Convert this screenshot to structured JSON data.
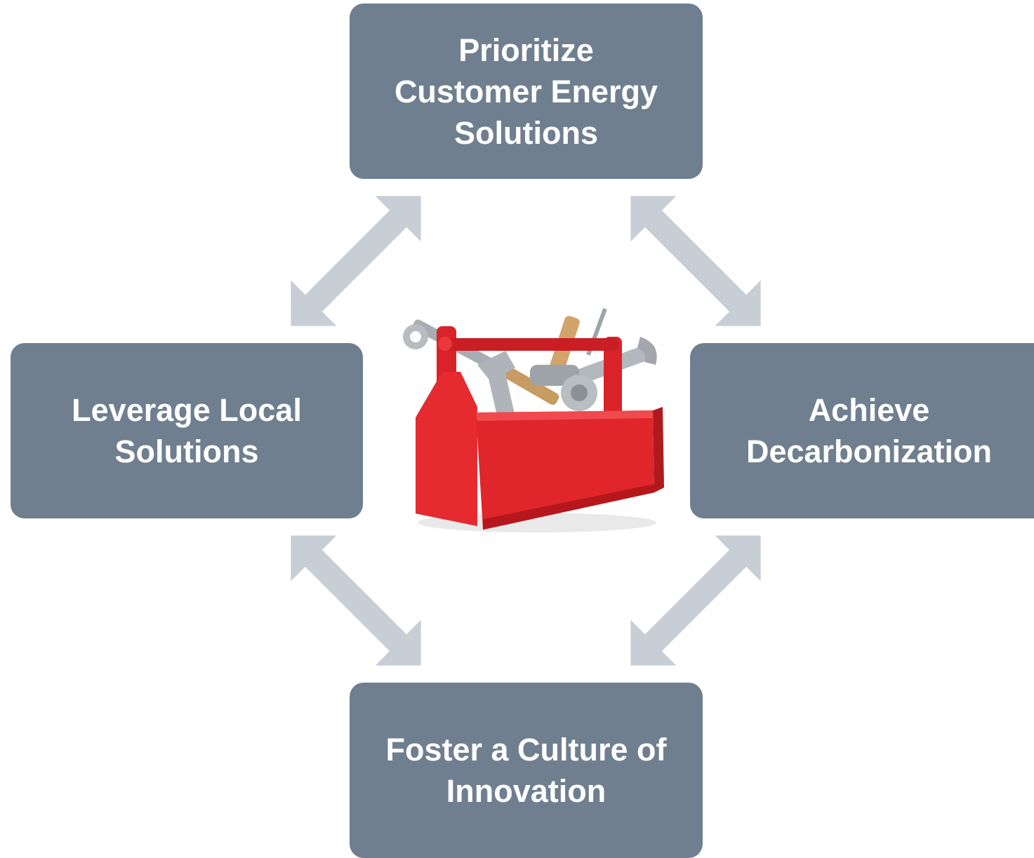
{
  "diagram": {
    "nodes": {
      "top": {
        "label": "Prioritize\nCustomer Energy\nSolutions"
      },
      "left": {
        "label": "Leverage Local\nSolutions"
      },
      "right": {
        "label": "Achieve\nDecarbonization"
      },
      "bottom": {
        "label": "Foster a Culture of\nInnovation"
      }
    },
    "center_image": {
      "icon": "toolbox-icon"
    },
    "connectors": [
      {
        "from": "top",
        "to": "left",
        "style": "double-arrow"
      },
      {
        "from": "top",
        "to": "right",
        "style": "double-arrow"
      },
      {
        "from": "left",
        "to": "bottom",
        "style": "double-arrow"
      },
      {
        "from": "right",
        "to": "bottom",
        "style": "double-arrow"
      }
    ],
    "colors": {
      "box_fill": "#6f7f8f",
      "box_text": "#ffffff",
      "arrow": "#c8ced6",
      "toolbox": "#e0262a"
    }
  }
}
